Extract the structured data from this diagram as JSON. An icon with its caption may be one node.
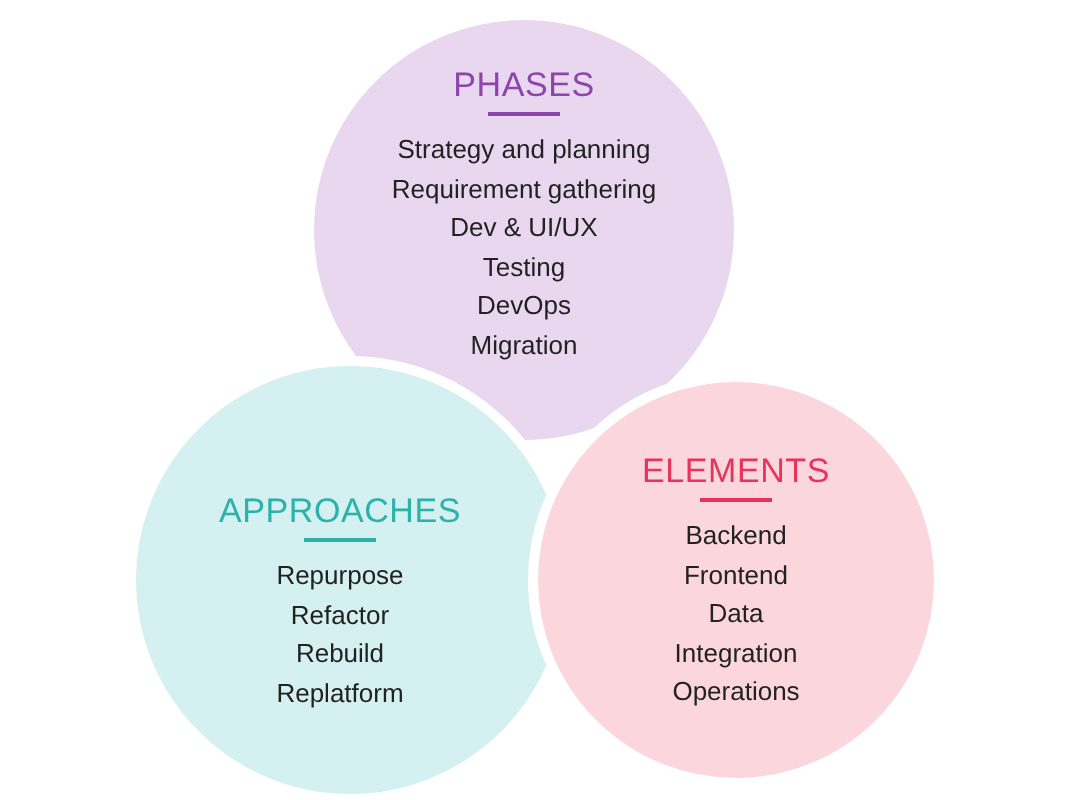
{
  "diagram": {
    "nodes": [
      {
        "text": [
          "PHASES",
          "Strategy and planning",
          "Requirement gathering",
          "Dev & UI/UX",
          "Testing",
          "DevOps",
          "Migration"
        ]
      },
      {
        "text": [
          "APPROACHES",
          "Repurpose",
          "Refactor",
          "Rebuild",
          "Replatform"
        ]
      },
      {
        "text": [
          "ELEMENTS",
          "Backend",
          "Frontend",
          "Data",
          "Integration",
          "Operations"
        ]
      }
    ]
  }
}
